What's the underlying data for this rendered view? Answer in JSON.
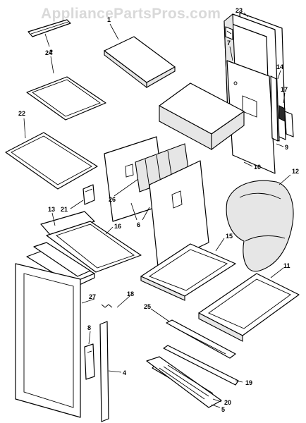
{
  "watermark": "AppliancePartsPros.com",
  "callouts": {
    "c1": "1",
    "c2": "2",
    "c4": "4",
    "c5": "5",
    "c6": "6",
    "c7": "7",
    "c8": "8",
    "c9": "9",
    "c10": "10",
    "c11": "11",
    "c12": "12",
    "c13": "13",
    "c14": "14",
    "c15": "15",
    "c16": "16",
    "c17": "17",
    "c18": "18",
    "c19": "19",
    "c20": "20",
    "c21": "21",
    "c22": "22",
    "c23": "23",
    "c24": "24",
    "c25": "25",
    "c26": "26",
    "c27": "27"
  }
}
